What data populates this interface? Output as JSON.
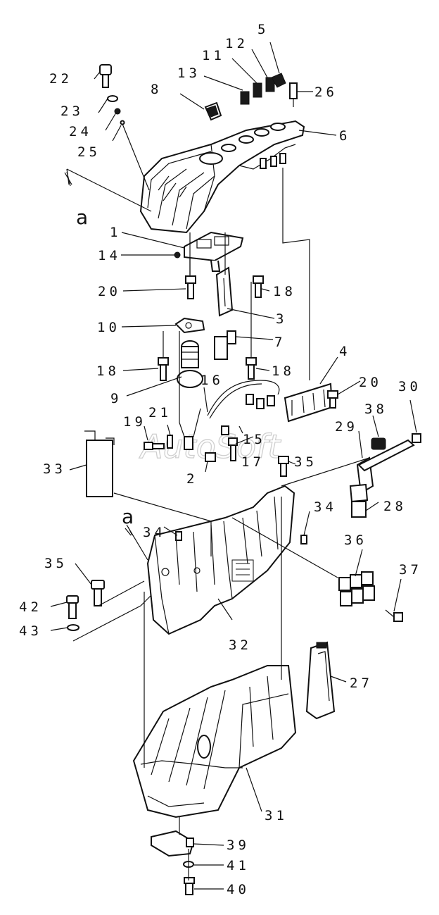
{
  "watermark": "AutoSoft",
  "view_marker": "a",
  "callouts": {
    "p1": "1",
    "p2": "2",
    "p3": "3",
    "p4": "4",
    "p5": "5",
    "p6": "6",
    "p7": "7",
    "p8": "8",
    "p9": "9",
    "p10": "10",
    "p11": "11",
    "p12": "12",
    "p13": "13",
    "p14": "14",
    "p15": "15",
    "p16": "16",
    "p17": "17",
    "p18a": "18",
    "p18b": "18",
    "p18c": "18",
    "p19": "19",
    "p20a": "20",
    "p20b": "20",
    "p21": "21",
    "p22": "22",
    "p23": "23",
    "p24": "24",
    "p25": "25",
    "p26": "26",
    "p27": "27",
    "p28": "28",
    "p29": "29",
    "p30": "30",
    "p31": "31",
    "p32": "32",
    "p33": "33",
    "p34a": "34",
    "p34b": "34",
    "p35a": "35",
    "p35b": "35",
    "p36": "36",
    "p37": "37",
    "p38": "38",
    "p39": "39",
    "p40": "40",
    "p41": "41",
    "p42": "42",
    "p43": "43"
  },
  "colors": {
    "ink": "#111111",
    "paper": "#ffffff",
    "watermark": "#cfcfcf"
  }
}
